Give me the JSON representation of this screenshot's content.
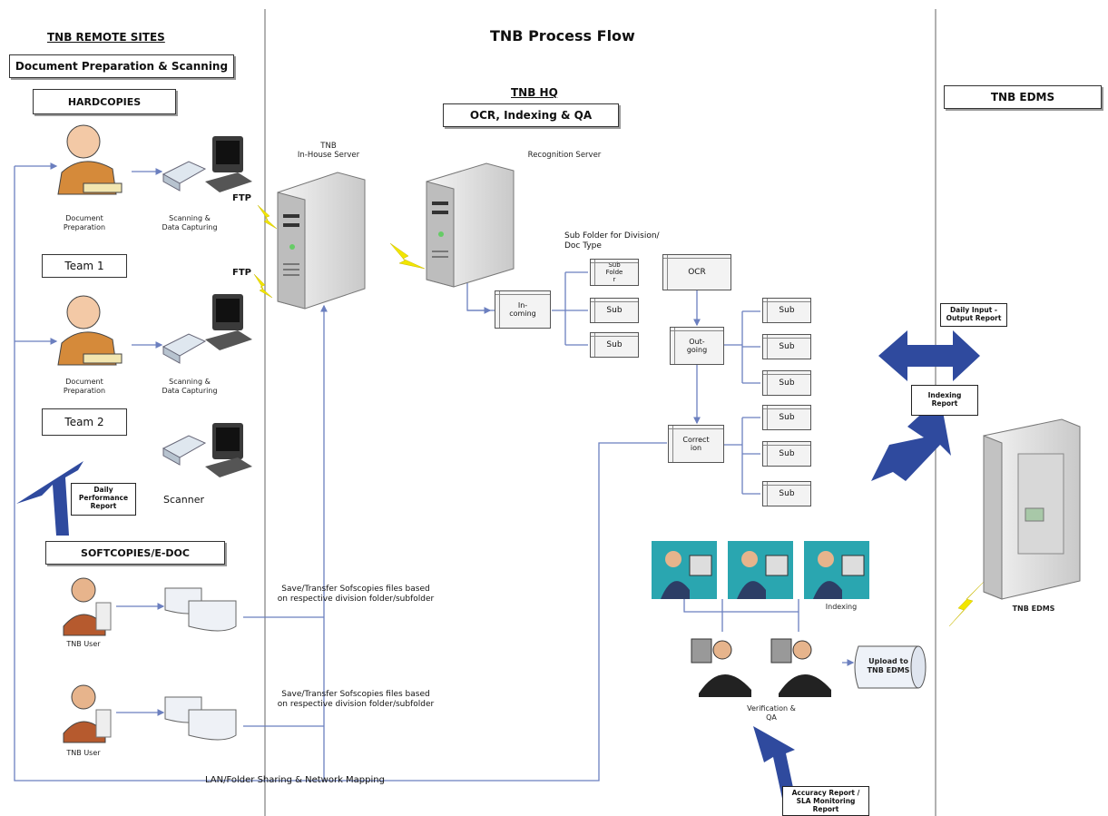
{
  "title": "TNB Process Flow",
  "remote": {
    "heading": "TNB REMOTE SITES",
    "prep_box": "Document Preparation & Scanning",
    "hardcopies": "HARDCOPIES",
    "doc_prep": "Document\nPreparation",
    "scanning": "Scanning &\nData Capturing",
    "team1": "Team 1",
    "team2": "Team 2",
    "scanner": "Scanner",
    "ftp": "FTP",
    "daily_perf": "Daily\nPerformance\nReport",
    "softcopies": "SOFTCOPIES/E-DOC",
    "tnb_user": "TNB User",
    "save_transfer": "Save/Transfer Sofscopies files based\non respective division folder/subfolder"
  },
  "hq": {
    "heading": "TNB HQ",
    "box": "OCR, Indexing & QA",
    "inhouse_server": "TNB\nIn-House Server",
    "recognition_server": "Recognition Server",
    "subfolder_label": "Sub Folder for Division/\nDoc Type",
    "sub_folder": "Sub\nFolde\nr",
    "sub": "Sub",
    "incoming": "In-\ncoming",
    "ocr": "OCR",
    "outgoing": "Out-\ngoing",
    "correction": "Correct\nion",
    "indexing": "Indexing",
    "verification": "Verification &\nQA",
    "upload": "Upload to\nTNB EDMS",
    "accuracy": "Accuracy Report /\nSLA Monitoring\nReport",
    "lan": "LAN/Folder Sharing & Network Mapping"
  },
  "edms": {
    "heading": "TNB EDMS",
    "daily_io": "Daily Input -\nOutput Report",
    "indexing_report": "Indexing\nReport",
    "server_label": "TNB EDMS"
  },
  "colors": {
    "arrow": "#2f4a9e",
    "line": "#6b7fbf",
    "lightning": "#f2e600",
    "divider": "#999999"
  }
}
